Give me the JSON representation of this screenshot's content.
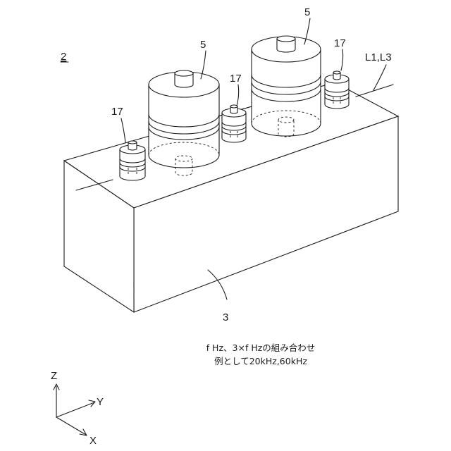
{
  "figure_label": "2",
  "labels": {
    "block": "3",
    "large_component": "5",
    "small_component": "17",
    "line": "L1,L3"
  },
  "caption": {
    "line1": "f Hz、3×f Hzの組み合わせ",
    "line2": "例として20kHz,60kHz"
  },
  "axes": {
    "z": "Z",
    "y": "Y",
    "x": "X"
  }
}
